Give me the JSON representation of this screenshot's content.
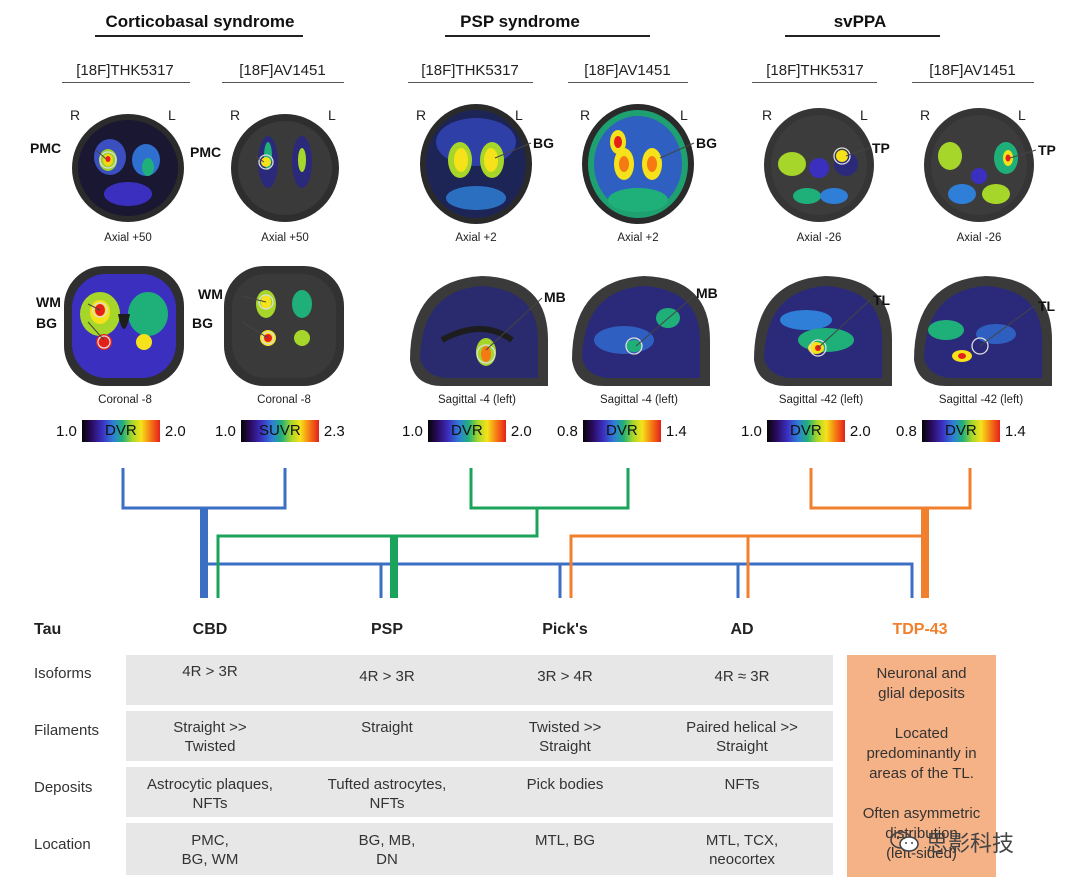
{
  "groups": [
    {
      "title": "Corticobasal syndrome",
      "tracers": [
        "[18F]THK5317",
        "[18F]AV1451"
      ]
    },
    {
      "title": "PSP syndrome",
      "tracers": [
        "[18F]THK5317",
        "[18F]AV1451"
      ]
    },
    {
      "title": "svPPA",
      "tracers": [
        "[18F]THK5317",
        "[18F]AV1451"
      ]
    }
  ],
  "orientation": {
    "right": "R",
    "left": "L"
  },
  "top_slices": [
    "Axial +50",
    "Axial +50",
    "Axial +2",
    "Axial +2",
    "Axial -26",
    "Axial -26"
  ],
  "bottom_slices": [
    "Coronal -8",
    "Coronal -8",
    "Sagittal -4 (left)",
    "Sagittal -4 (left)",
    "Sagittal -42 (left)",
    "Sagittal -42 (left)"
  ],
  "region_labels": {
    "pmc": "PMC",
    "bg": "BG",
    "tp": "TP",
    "wm": "WM",
    "mb": "MB",
    "tl": "TL"
  },
  "colorbars": [
    {
      "min": "1.0",
      "label": "DVR",
      "max": "2.0"
    },
    {
      "min": "1.0",
      "label": "SUVR",
      "max": "2.3"
    },
    {
      "min": "1.0",
      "label": "DVR",
      "max": "2.0"
    },
    {
      "min": "0.8",
      "label": "DVR",
      "max": "1.4"
    },
    {
      "min": "1.0",
      "label": "DVR",
      "max": "2.0"
    },
    {
      "min": "0.8",
      "label": "DVR",
      "max": "1.4"
    }
  ],
  "colors": {
    "cbs": "#3a6fc4",
    "psp": "#1aa35a",
    "svppa": "#f07f2e",
    "tdp_box": "#f5b287",
    "band": "#e7e7e8"
  },
  "table": {
    "corner": "Tau",
    "columns": [
      "CBD",
      "PSP",
      "Pick's",
      "AD"
    ],
    "tdp_header": "TDP-43",
    "rows": [
      {
        "label": "Isoforms",
        "cells": [
          "4R > 3R",
          "4R > 3R",
          "3R > 4R",
          "4R ≈ 3R"
        ]
      },
      {
        "label": "Filaments",
        "cells": [
          "Straight >>\nTwisted",
          "Straight",
          "Twisted >>\nStraight",
          "Paired helical >>\nStraight"
        ]
      },
      {
        "label": "Deposits",
        "cells": [
          "Astrocytic plaques,\nNFTs",
          "Tufted astrocytes,\nNFTs",
          "Pick bodies",
          "NFTs"
        ]
      },
      {
        "label": "Location",
        "cells": [
          "PMC,\nBG, WM",
          "BG, MB,\nDN",
          "MTL, BG",
          "MTL, TCX,\nneocortex"
        ]
      }
    ],
    "tdp_text": "Neuronal and\nglial deposits\n\nLocated\npredominantly in\nareas of the TL.\n\nOften asymmetric\ndistribution\n(left-sided)"
  },
  "watermark": "思影科技"
}
